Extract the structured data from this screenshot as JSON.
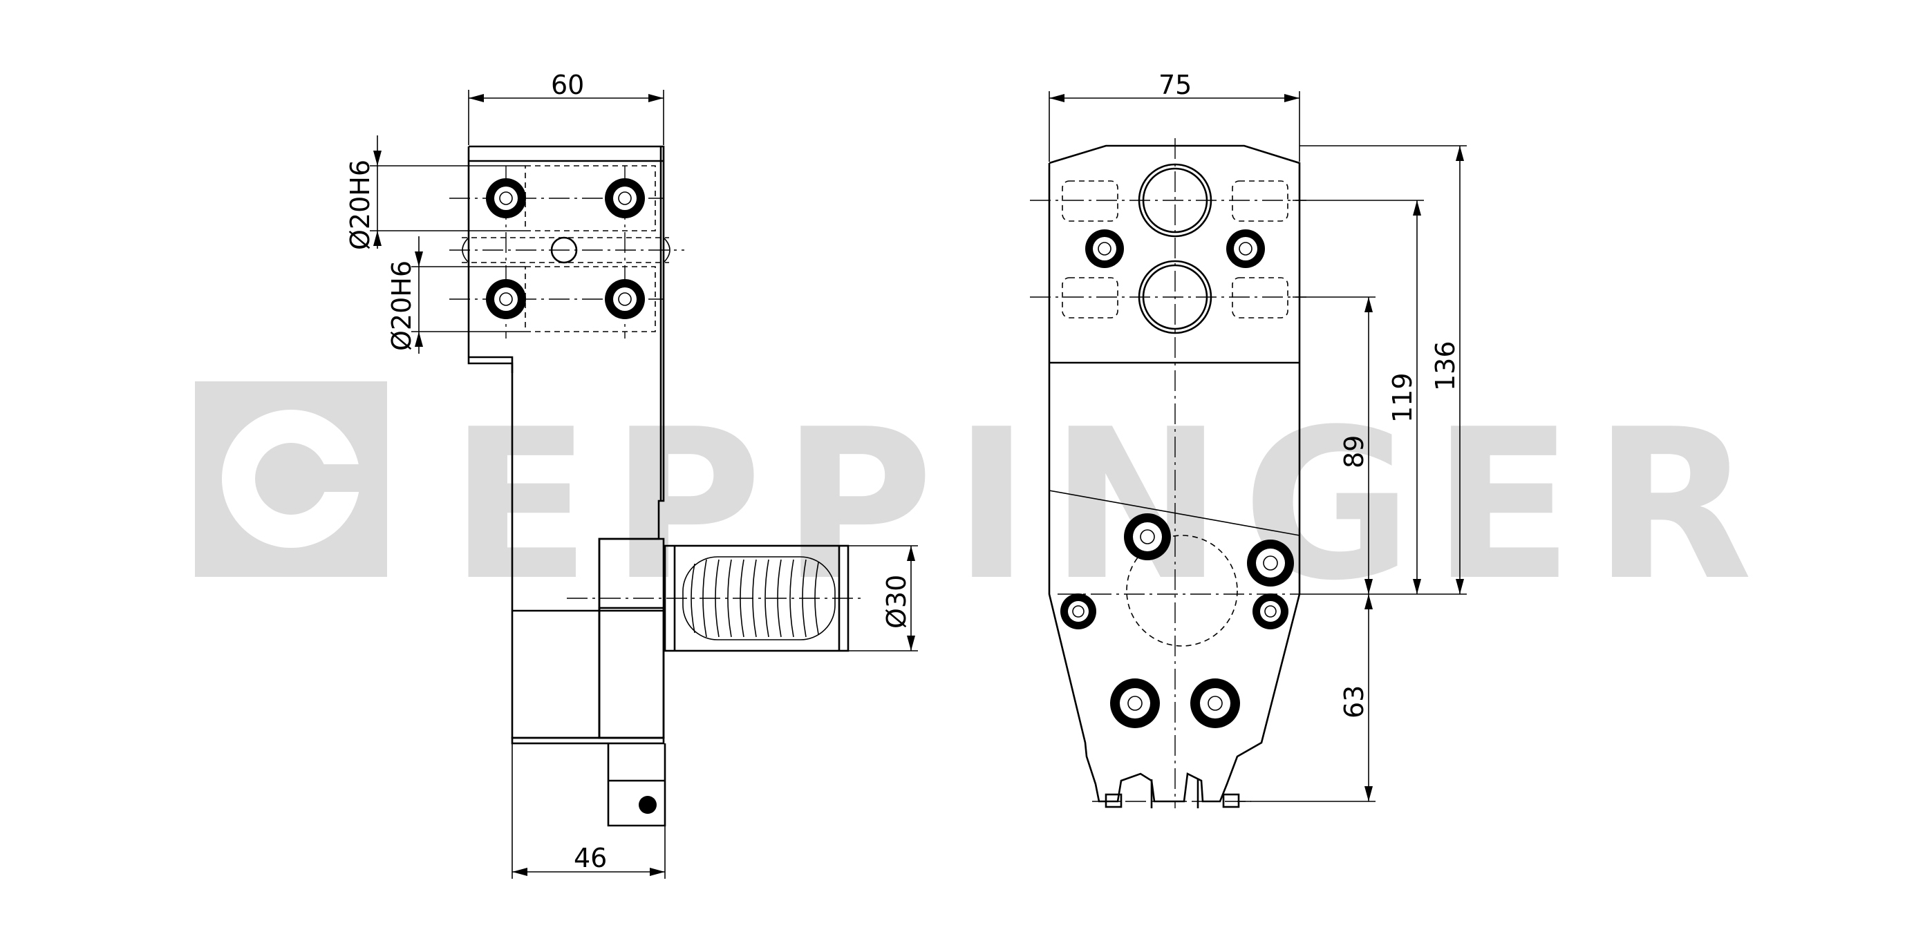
{
  "watermark": {
    "text": "EPPINGER"
  },
  "side_view": {
    "dimensions": {
      "top_width": "60",
      "bottom_width": "46",
      "bore_upper": "Ø20H6",
      "bore_lower": "Ø20H6",
      "shaft_diameter": "Ø30"
    }
  },
  "front_view": {
    "dimensions": {
      "top_width": "75",
      "height_overall": "136",
      "height_to_upper_bore": "119",
      "height_to_lower_bore": "89",
      "height_axis_to_bottom": "63"
    }
  }
}
